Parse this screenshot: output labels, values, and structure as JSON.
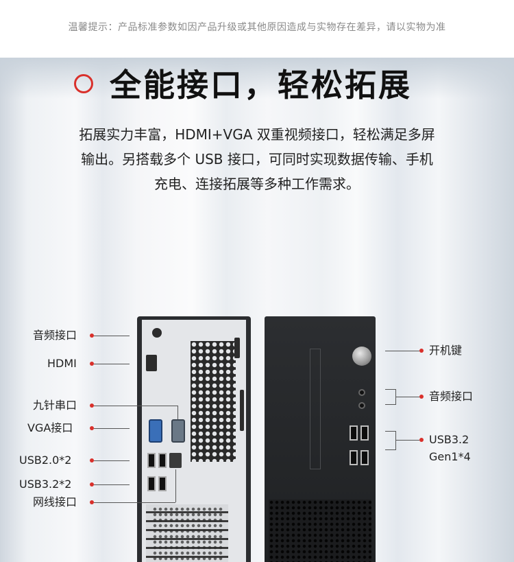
{
  "notice": "温馨提示：产品标准参数如因产品升级或其他原因造成与实物存在差异，请以实物为准",
  "title": "全能接口，轻松拓展",
  "description": [
    "拓展实力丰富，HDMI+VGA 双重视频接口，轻松满足多屏",
    "输出。另搭载多个 USB 接口，可同时实现数据传输、手机",
    "充电、连接拓展等多种工作需求。"
  ],
  "rear_labels": {
    "audio": "音频接口",
    "hdmi": "HDMI",
    "serial": "九针串口",
    "vga": "VGA接口",
    "usb20": "USB2.0*2",
    "usb32": "USB3.2*2",
    "lan": "网线接口"
  },
  "front_labels": {
    "power": "开机键",
    "audio": "音频接口",
    "usb_line1": "USB3.2",
    "usb_line2": "Gen1*4"
  },
  "colors": {
    "accent": "#d9302b"
  }
}
